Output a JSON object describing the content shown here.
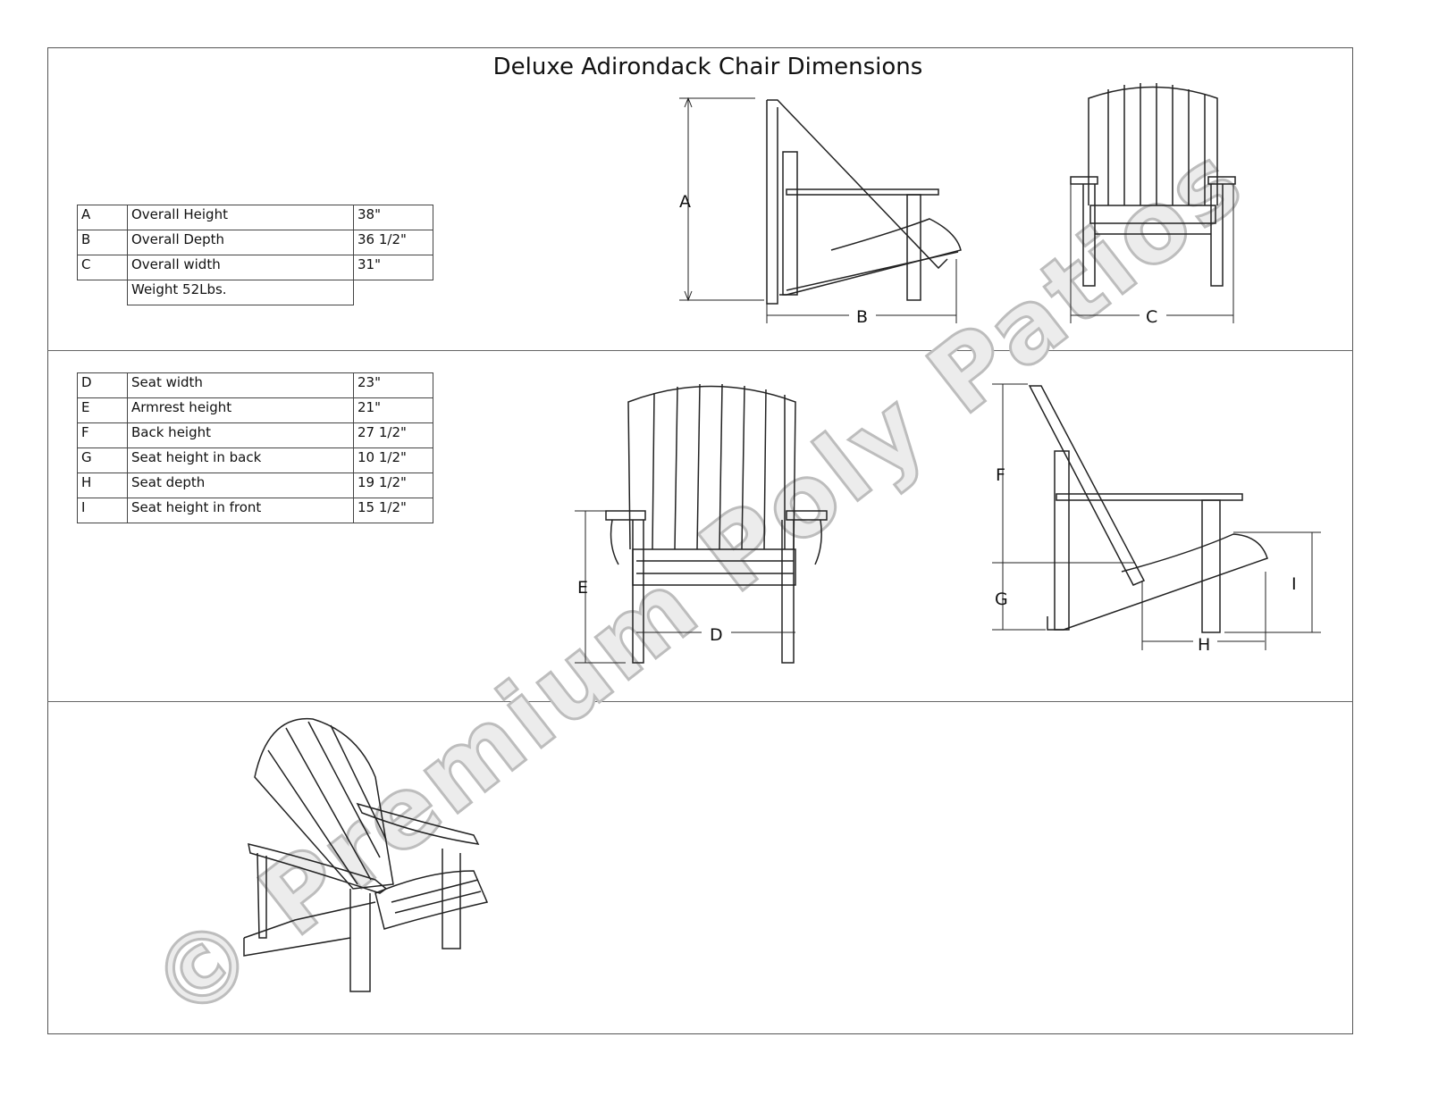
{
  "title": "Deluxe Adirondack Chair Dimensions",
  "table_overall": {
    "rows": [
      {
        "letter": "A",
        "name": "Overall Height",
        "value": "38\""
      },
      {
        "letter": "B",
        "name": "Overall Depth",
        "value": "36 1/2\""
      },
      {
        "letter": "C",
        "name": "Overall width",
        "value": "31\""
      }
    ],
    "weight": "Weight 52Lbs."
  },
  "table_seat": {
    "rows": [
      {
        "letter": "D",
        "name": "Seat width",
        "value": "23\""
      },
      {
        "letter": "E",
        "name": "Armrest height",
        "value": "21\""
      },
      {
        "letter": "F",
        "name": "Back height",
        "value": "27 1/2\""
      },
      {
        "letter": "G",
        "name": "Seat height in back",
        "value": "10 1/2\""
      },
      {
        "letter": "H",
        "name": "Seat depth",
        "value": "19 1/2\""
      },
      {
        "letter": "I",
        "name": "Seat height in front",
        "value": "15 1/2\""
      }
    ]
  },
  "dimension_labels": {
    "A": "A",
    "B": "B",
    "C": "C",
    "D": "D",
    "E": "E",
    "F": "F",
    "G": "G",
    "H": "H",
    "I": "I"
  },
  "watermark": "© Premium Poly Patios"
}
